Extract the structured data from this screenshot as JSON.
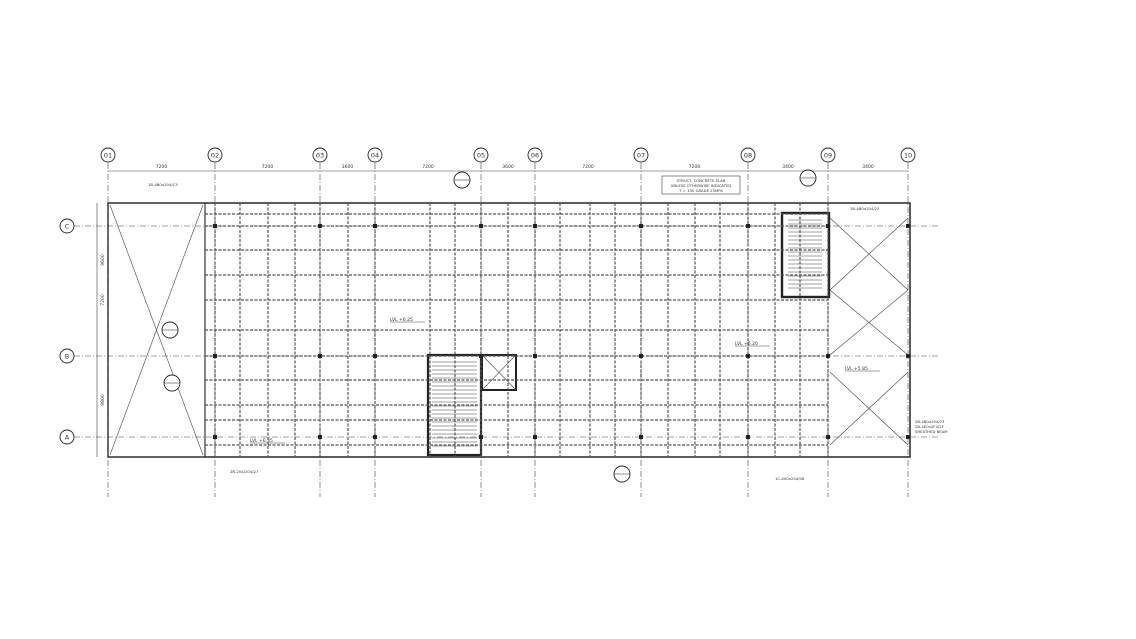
{
  "drawing": {
    "grid_columns": [
      "01",
      "02",
      "03",
      "04",
      "05",
      "06",
      "07",
      "08",
      "09",
      "10"
    ],
    "grid_rows": [
      "C",
      "B",
      "A"
    ],
    "top_dimensions": [
      "7200",
      "7200",
      "3600",
      "7200",
      "3600",
      "7200",
      "7200",
      "3400",
      "3400"
    ],
    "left_dimensions": [
      "9600",
      "7200",
      "9800"
    ],
    "level_tags": [
      "LVL +6.25",
      "LVL +6.20",
      "LVL +6.35",
      "LVL +5.85"
    ],
    "note_box": [
      "STRUCT. CONCRETE SLAB",
      "UNLESS OTHERWISE INDICATED",
      "T = 150 GRADE 25MPa"
    ],
    "right_callouts": [
      "2B-4B0x204/23",
      "2B-4E0x2F4/2F",
      "SHEATHED BEAM"
    ],
    "beam_tag_samples": [
      "1B-4B0x204/C3",
      "1B-4B0x204/25",
      "2B-204/204/27",
      "1C-400x204/08"
    ]
  }
}
